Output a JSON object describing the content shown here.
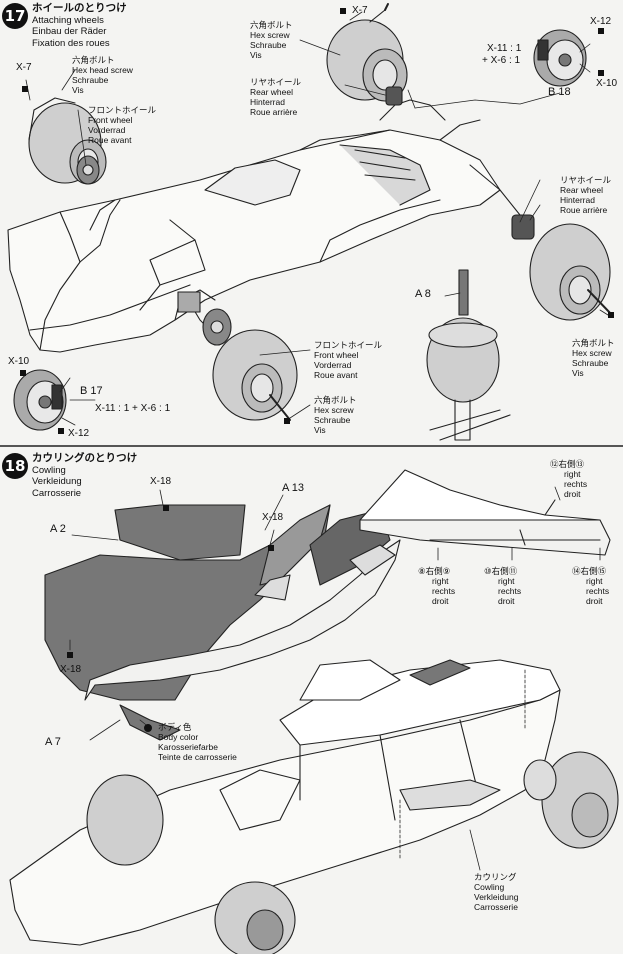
{
  "step17": {
    "number": "17",
    "title_jp": "ホイールのとりつけ",
    "title_en": "Attaching wheels",
    "title_de": "Einbau der Räder",
    "title_fr": "Fixation des roues",
    "labels": {
      "x7_top_left": "X-7",
      "hex_head_screw": {
        "jp": "六角ボルト",
        "en": "Hex head screw",
        "de": "Schraube",
        "fr": "Vis"
      },
      "front_wheel_top": {
        "jp": "フロントホイール",
        "en": "Front wheel",
        "de": "Vorderrad",
        "fr": "Roue avant"
      },
      "hex_screw_top": {
        "jp": "六角ボルト",
        "en": "Hex screw",
        "de": "Schraube",
        "fr": "Vis"
      },
      "x7_top_center": "X-7",
      "rear_wheel_top": {
        "jp": "リヤホイール",
        "en": "Rear wheel",
        "de": "Hinterrad",
        "fr": "Roue arrière"
      },
      "x12_top": "X-12",
      "x11_top": "X-11 : 1",
      "x6_top": "+ X-6 : 1",
      "x10_top": "X-10",
      "b18": "B 18",
      "rear_wheel_right": {
        "jp": "リヤホイール",
        "en": "Rear wheel",
        "de": "Hinterrad",
        "fr": "Roue arrière"
      },
      "a8": "A 8",
      "hex_screw_right": {
        "jp": "六角ボルト",
        "en": "Hex screw",
        "de": "Schraube",
        "fr": "Vis"
      },
      "front_wheel_bottom": {
        "jp": "フロントホイール",
        "en": "Front wheel",
        "de": "Vorderrad",
        "fr": "Roue avant"
      },
      "hex_screw_bottom": {
        "jp": "六角ボルト",
        "en": "Hex screw",
        "de": "Schraube",
        "fr": "Vis"
      },
      "x10_left": "X-10",
      "b17": "B 17",
      "x11_bottom": "X-11 : 1 + X-6 : 1",
      "x12_bottom": "X-12"
    }
  },
  "step18": {
    "number": "18",
    "title_jp": "カウリングのとりつけ",
    "title_en": "Cowling",
    "title_de": "Verkleidung",
    "title_fr": "Carrosserie",
    "labels": {
      "x18_top": "X-18",
      "a13": "A 13",
      "a2": "A 2",
      "x18_mid": "X-18",
      "x18_left": "X-18",
      "a7": "A 7",
      "body_color": {
        "jp": "ボディ色",
        "en": "Body color",
        "de": "Karosseriefarbe",
        "fr": "Teinte de carrosserie"
      },
      "side12": {
        "jp": "⑫右側⑬",
        "en": "right",
        "de": "rechts",
        "fr": "droit"
      },
      "side8": {
        "jp": "⑧右側⑨",
        "en": "right",
        "de": "rechts",
        "fr": "droit"
      },
      "side10": {
        "jp": "⑩右側⑪",
        "en": "right",
        "de": "rechts",
        "fr": "droit"
      },
      "side14": {
        "jp": "⑭右側⑮",
        "en": "right",
        "de": "rechts",
        "fr": "droit"
      },
      "cowling": {
        "jp": "カウリング",
        "en": "Cowling",
        "de": "Verkleidung",
        "fr": "Carrosserie"
      }
    }
  }
}
